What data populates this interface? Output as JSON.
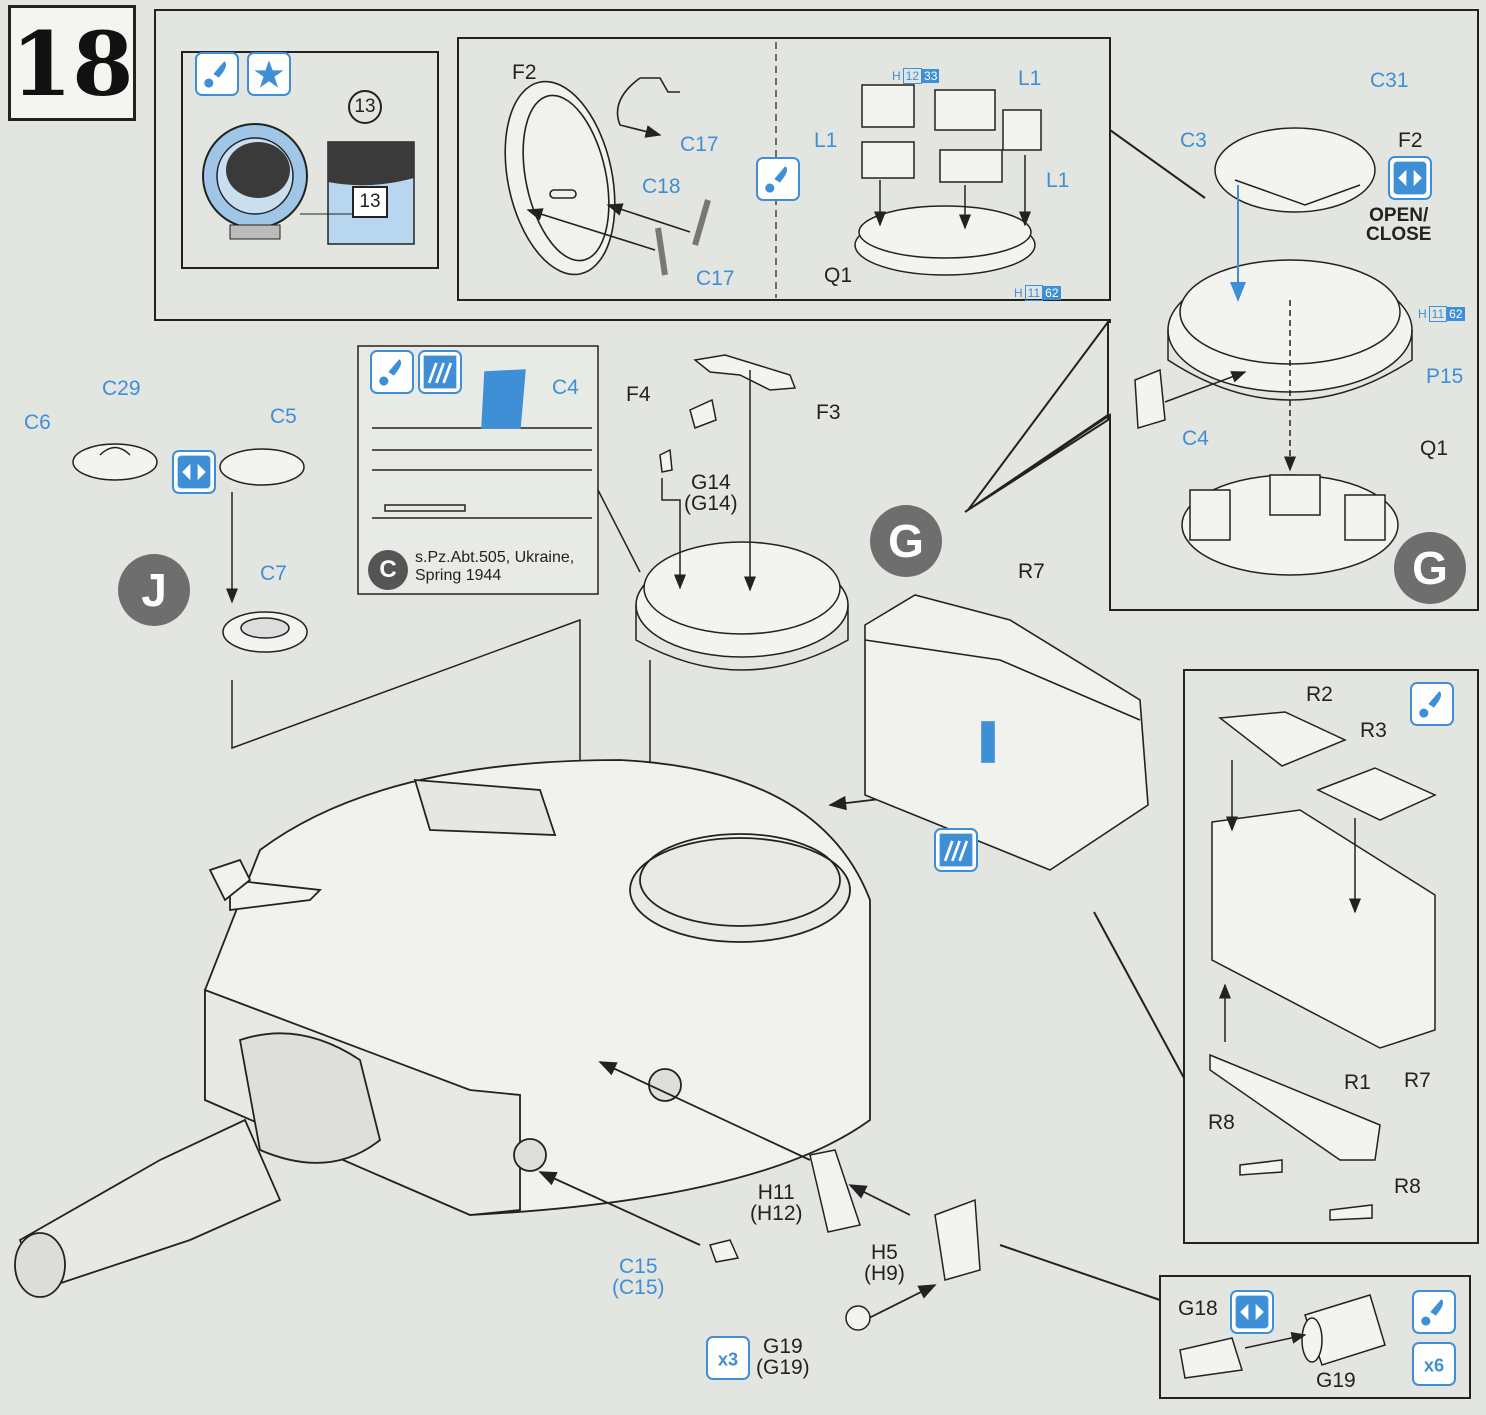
{
  "step": {
    "number": "18"
  },
  "top_left_panel": {
    "callout_circle": "13",
    "callout_box": "13"
  },
  "hatch_panel": {
    "labels": {
      "f2": "F2",
      "c17_top": "C17",
      "c18": "C18",
      "c17_bottom": "C17"
    }
  },
  "periscope_panel": {
    "labels": {
      "l1_a": "L1",
      "l1_b": "L1",
      "l1_c": "L1",
      "q1": "Q1"
    },
    "ref_top": {
      "letter": "H",
      "n1": "12",
      "n2": "33"
    },
    "ref_bottom": {
      "letter": "H",
      "n1": "11",
      "n2": "62"
    }
  },
  "cupola_panel": {
    "labels": {
      "c31": "C31",
      "c3": "C3",
      "f2": "F2",
      "p15": "P15",
      "c4": "C4",
      "q1": "Q1"
    },
    "open_close": [
      "OPEN/",
      "CLOSE"
    ],
    "ref": {
      "letter": "H",
      "n1": "11",
      "n2": "62"
    },
    "sub_letter": "G"
  },
  "variant_inset": {
    "label_c4": "C4",
    "marker": "C",
    "caption": [
      "s.Pz.Abt.505, Ukraine,",
      "Spring 1944"
    ]
  },
  "left_group": {
    "labels": {
      "c6": "C6",
      "c29": "C29",
      "c5": "C5",
      "c7": "C7"
    },
    "sub_letter": "J"
  },
  "center_group": {
    "labels": {
      "f4": "F4",
      "f3": "F3",
      "g14": "G14",
      "g14_alt": "(G14)"
    },
    "sub_letter": "G"
  },
  "turret": {
    "labels": {
      "r7": "R7",
      "c15": "C15",
      "c15_alt": "(C15)",
      "h11": "H11",
      "h11_alt": "(H12)",
      "h5": "H5",
      "h5_alt": "(H9)",
      "g19": "G19",
      "g19_alt": "(G19)"
    },
    "qty": "x3"
  },
  "stowage_panel": {
    "labels": {
      "r2": "R2",
      "r3": "R3",
      "r1": "R1",
      "r7": "R7",
      "r8_a": "R8",
      "r8_b": "R8"
    }
  },
  "lamp_panel": {
    "labels": {
      "g18": "G18",
      "g19": "G19"
    },
    "qty": "x6"
  },
  "icons": [
    "paint-icon",
    "star-icon",
    "open-close-icon",
    "photo-etch-icon",
    "quantity-icon"
  ],
  "colors": {
    "accent_blue": "#3f8fd6",
    "background": "#e3e5e1",
    "line": "#222222",
    "badge_grey": "#6e6e6e"
  }
}
